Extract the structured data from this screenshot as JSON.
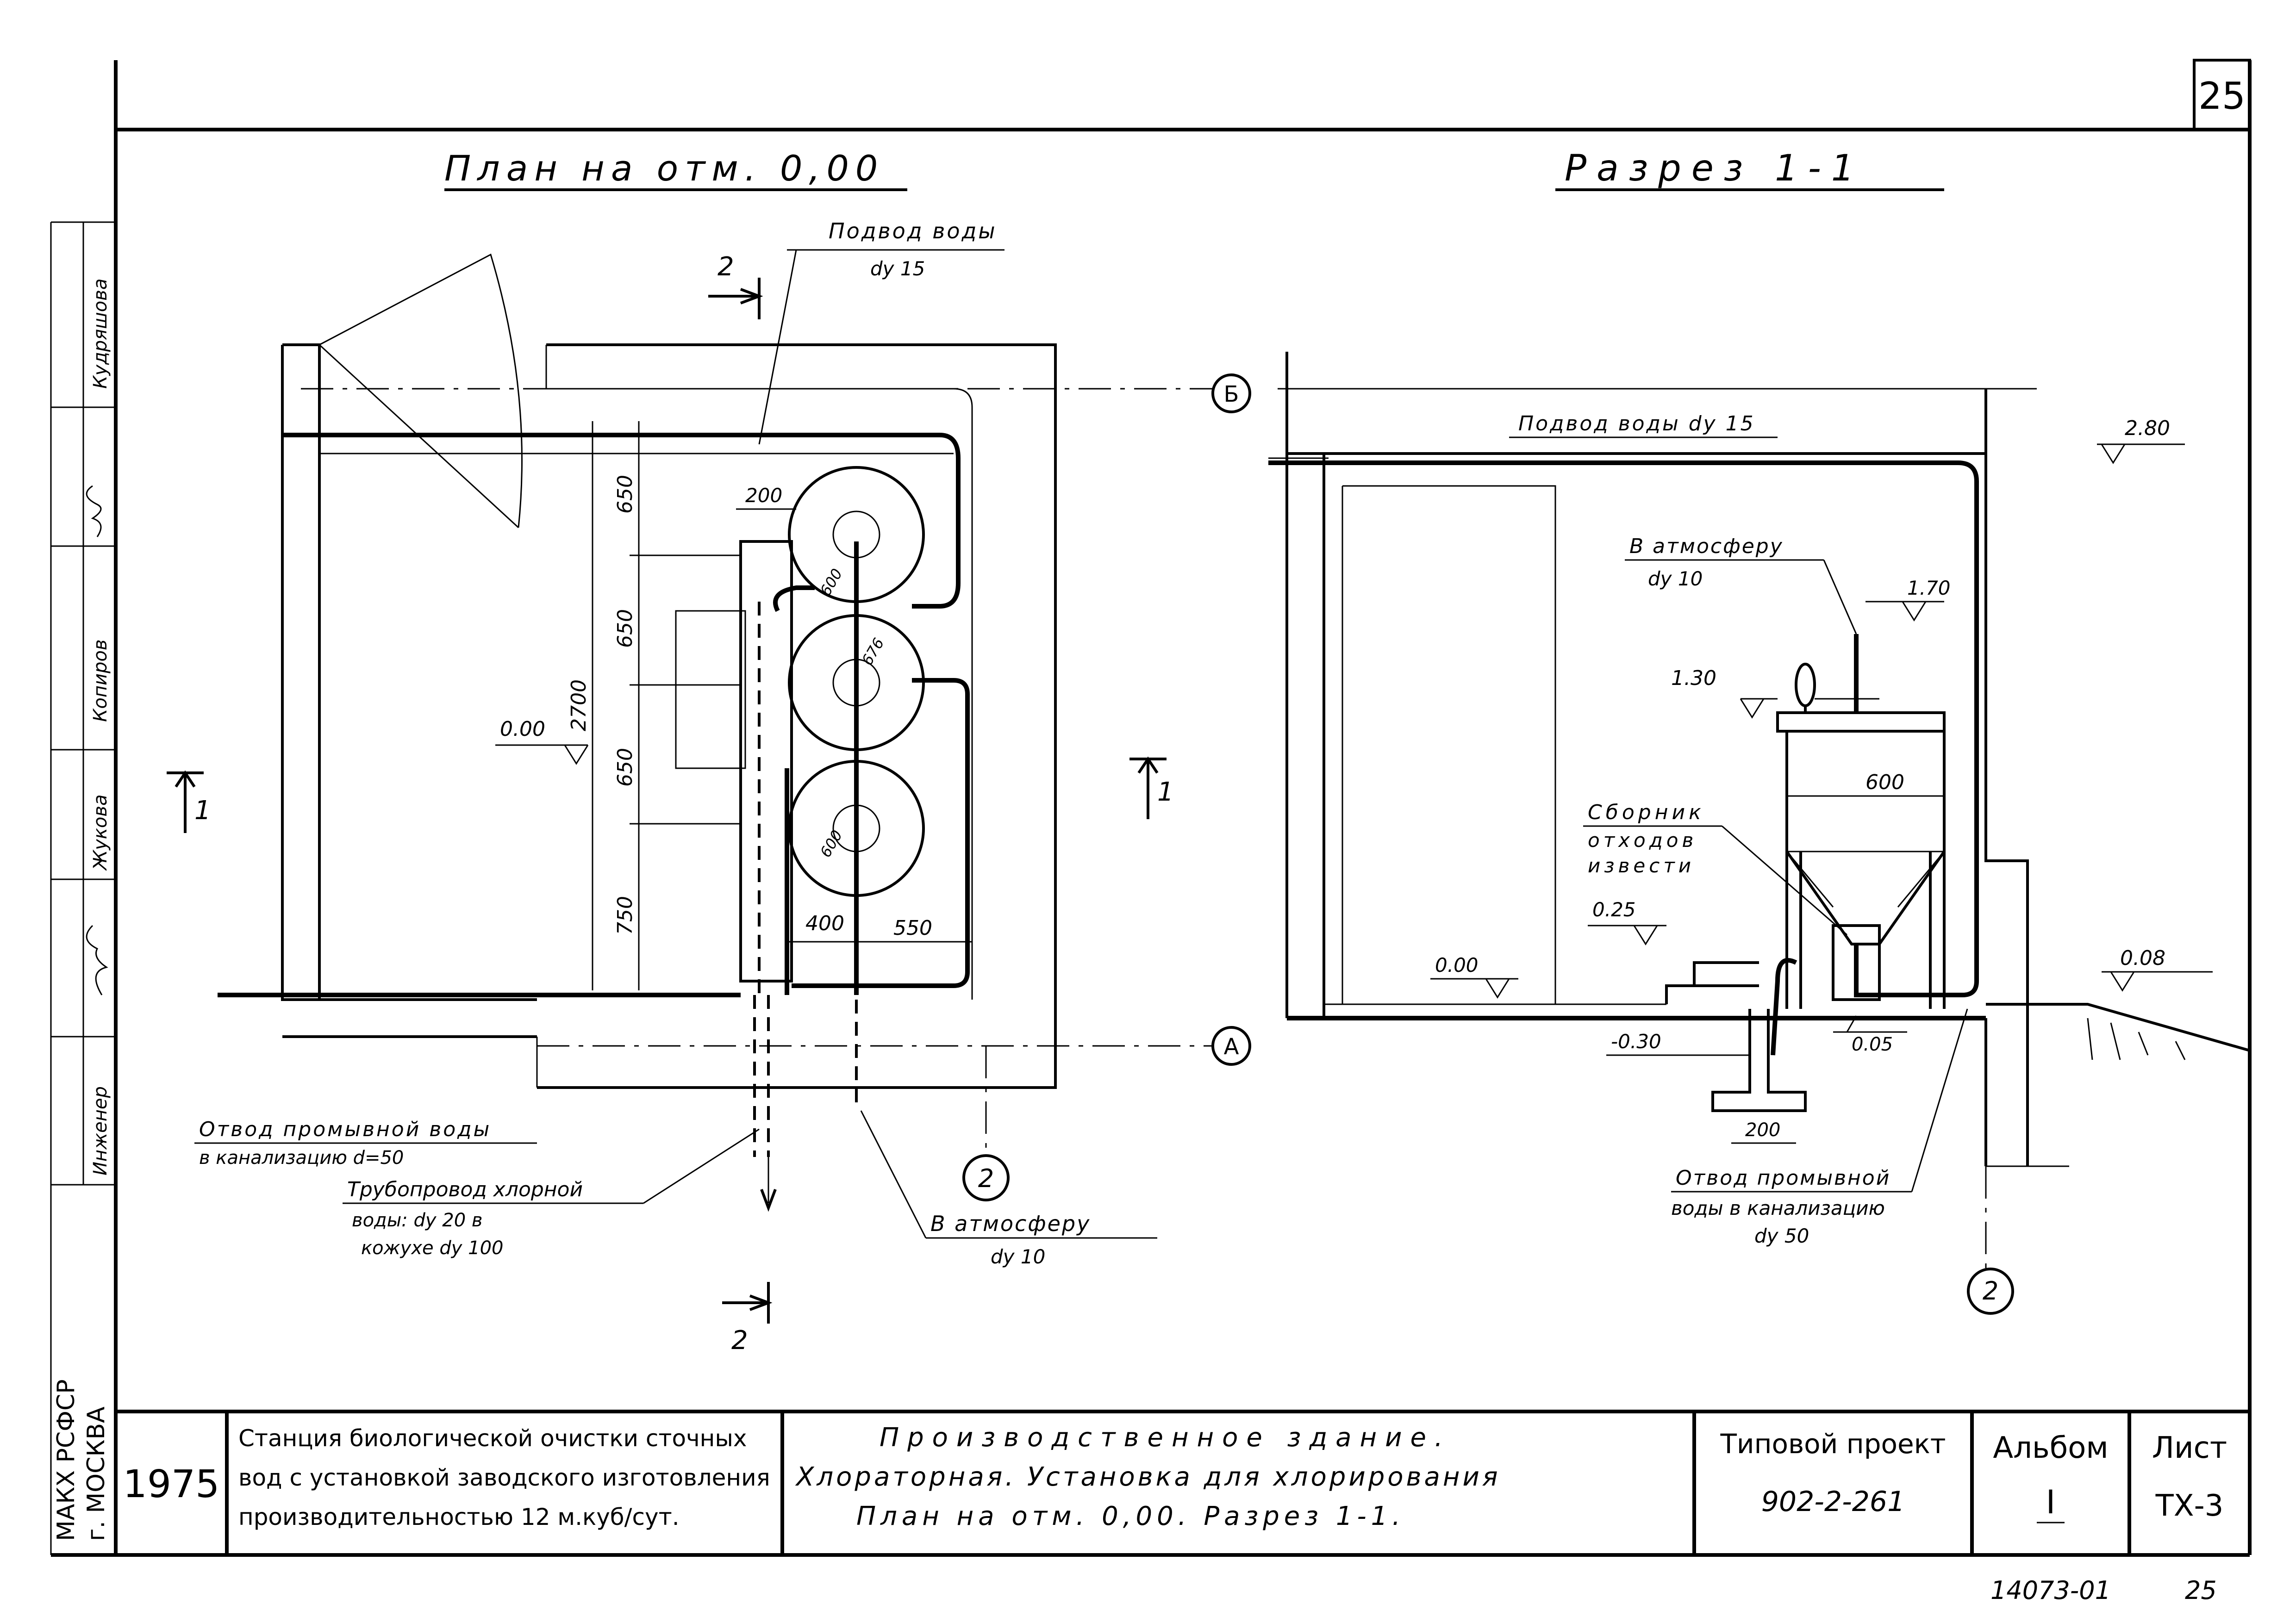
{
  "sheet_number": "25",
  "plan": {
    "title": "План на отм. 0,00",
    "water_supply": {
      "line1": "Подвод воды",
      "line2": "dу 15"
    },
    "dims": [
      "200",
      "650",
      "650",
      "650",
      "750",
      "2700",
      "400",
      "550"
    ],
    "tank_dims": [
      "600",
      "676",
      "600"
    ],
    "level": "0.00",
    "axis_b": "Б",
    "axis_a": "А",
    "axis_2": "2",
    "section_mark": "1",
    "section_cut": "2",
    "drain": {
      "line1": "Отвод промывной воды",
      "line2": "в канализацию d=50"
    },
    "chlor_pipe": {
      "line1": "Трубопровод хлорной",
      "line2": "воды: dу 20 в",
      "line3": "кожухе dу 100"
    },
    "vent": {
      "line1": "В атмосферу",
      "line2": "dу 10"
    }
  },
  "section": {
    "title": "Разрез 1-1",
    "water_supply": "Подвод воды dу 15",
    "vent": {
      "line1": "В атмосферу",
      "line2": "dу 10"
    },
    "collector": {
      "line1": "Сборник",
      "line2": "отходов",
      "line3": "извести"
    },
    "levels": [
      "2.80",
      "1.70",
      "1.30",
      "0.25",
      "0.00",
      "-0.30",
      "0.05",
      "0.08"
    ],
    "dims": [
      "600",
      "200"
    ],
    "drain": {
      "line1": "Отвод промывной",
      "line2": "воды в канализацию",
      "line3": "dу 50"
    },
    "axis_2": "2"
  },
  "side_stamp": {
    "roles": [
      "Инженер"
    ],
    "names": [
      "Кудряшова",
      "Копиров",
      "Жукова"
    ],
    "org_line1": "МАКХ РСФСР",
    "org_line2": "г. МОСКВА"
  },
  "title_block": {
    "year": "1975",
    "project_desc": [
      "Станция биологической очистки сточных",
      "вод с установкой заводского изготовления",
      "производительностью 12 м.куб/сут."
    ],
    "drawing_title": [
      "Производственное здание.",
      "Хлораторная. Установка для хлорирования",
      "План на отм. 0,00. Разрез 1-1."
    ],
    "typical_project_label": "Типовой проект",
    "typical_project_number": "902-2-261",
    "album_label": "Альбом",
    "album_number": "I",
    "sheet_label": "Лист",
    "sheet_code": "ТХ-3"
  },
  "footer": {
    "inventory": "14073-01",
    "page": "25"
  }
}
